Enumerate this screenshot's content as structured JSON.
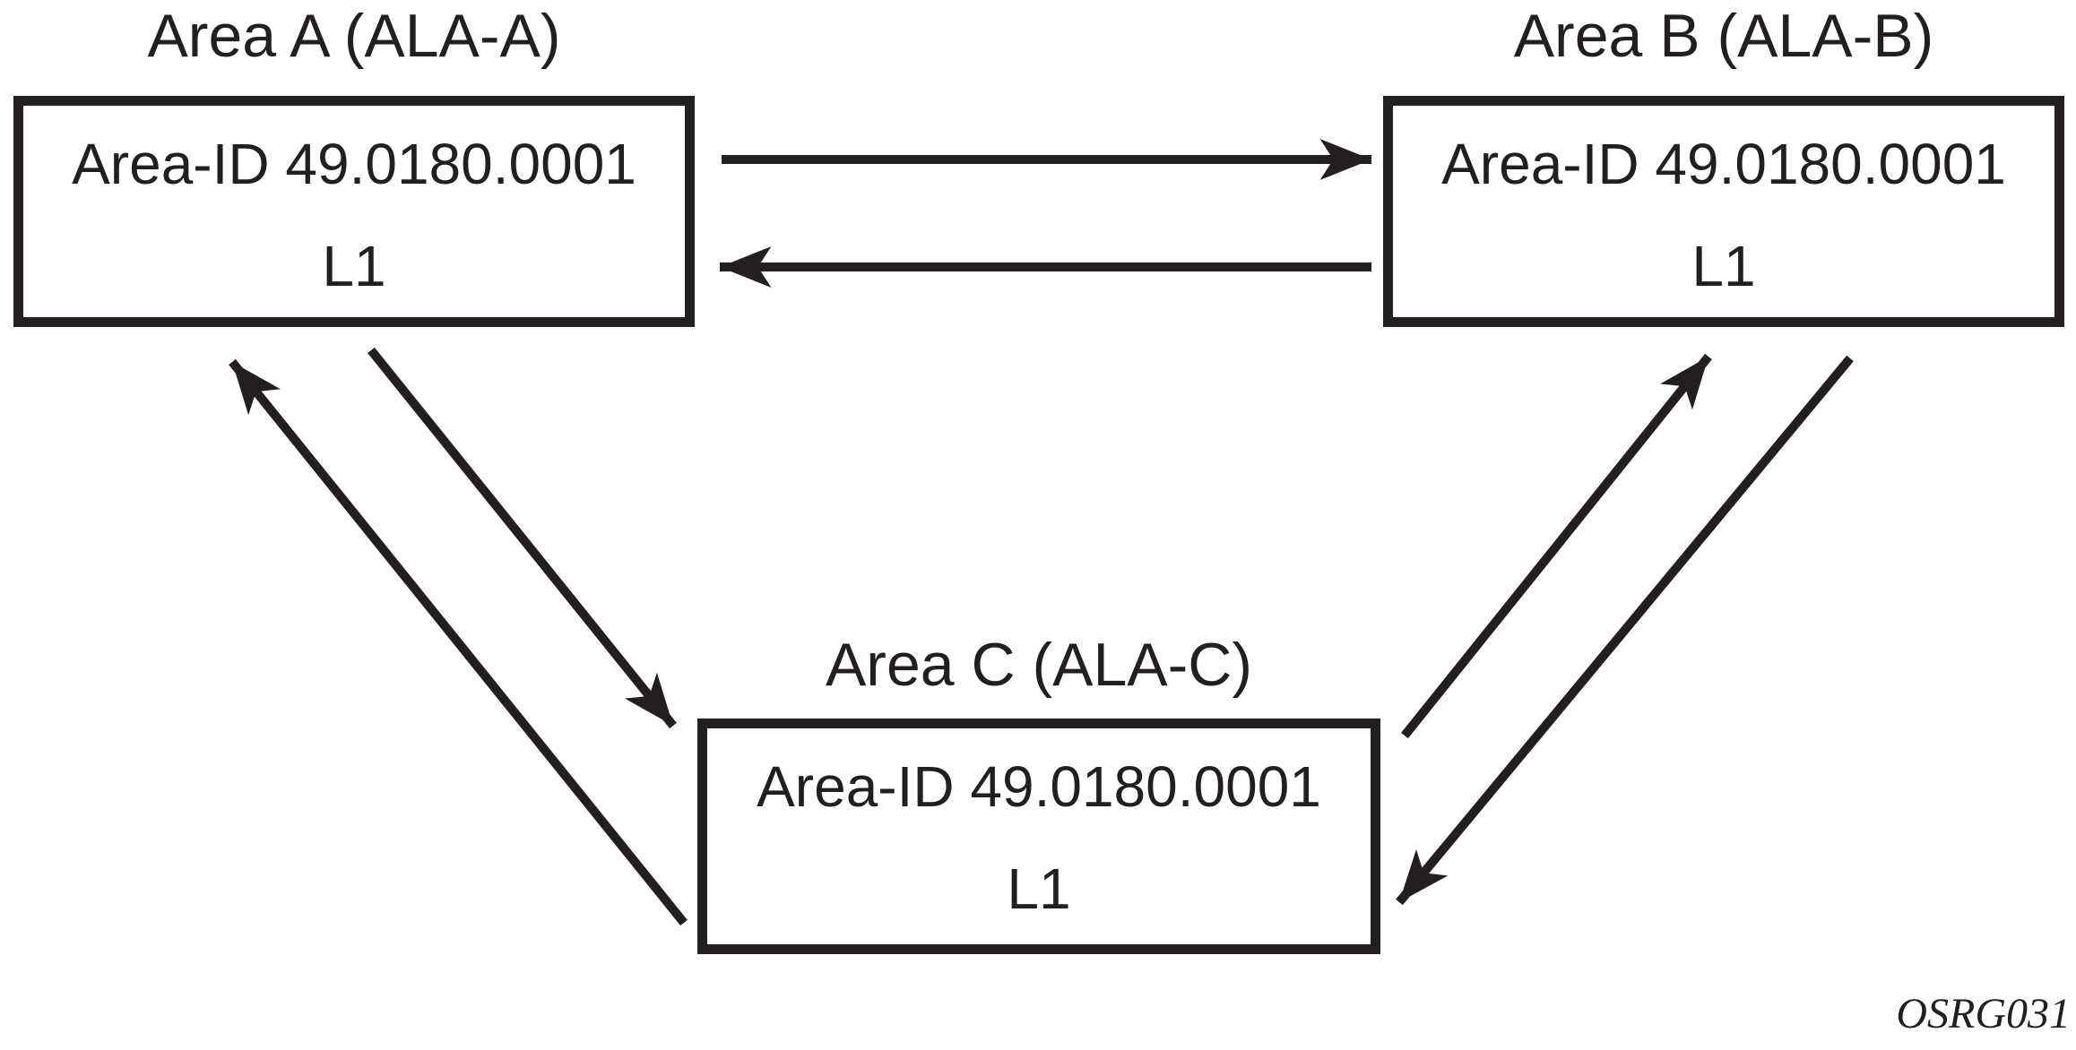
{
  "figure": {
    "background": "#ffffff",
    "ink_color": "#231f20",
    "watermark": "OSRG031"
  },
  "nodes": [
    {
      "id": "area-a",
      "title": "Area A (ALA-A)",
      "line1": "Area-ID 49.0180.0001",
      "line2": "L1"
    },
    {
      "id": "area-b",
      "title": "Area B (ALA-B)",
      "line1": "Area-ID 49.0180.0001",
      "line2": "L1"
    },
    {
      "id": "area-c",
      "title": "Area C (ALA-C)",
      "line1": "Area-ID 49.0180.0001",
      "line2": "L1"
    }
  ],
  "edges": [
    {
      "from": "area-a",
      "to": "area-b"
    },
    {
      "from": "area-b",
      "to": "area-a"
    },
    {
      "from": "area-a",
      "to": "area-c"
    },
    {
      "from": "area-c",
      "to": "area-a"
    },
    {
      "from": "area-c",
      "to": "area-b"
    },
    {
      "from": "area-b",
      "to": "area-c"
    }
  ]
}
